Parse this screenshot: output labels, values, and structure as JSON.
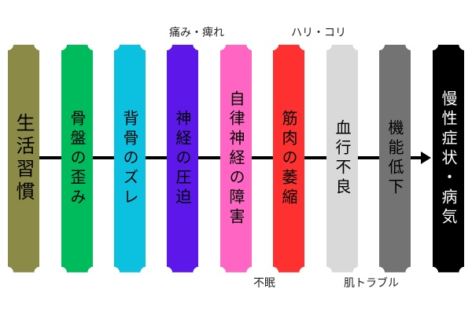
{
  "steps": [
    {
      "label": "生活習慣",
      "color": "#8b8b47"
    },
    {
      "label": "骨盤の歪み",
      "color": "#00bb5c"
    },
    {
      "label": "背骨のズレ",
      "color": "#0cc1e0"
    },
    {
      "label": "神経の圧迫",
      "color": "#5b18e8"
    },
    {
      "label": "自律神経の障害",
      "color": "#ff66c4"
    },
    {
      "label": "筋肉の萎縮",
      "color": "#ff3030"
    },
    {
      "label": "血行不良",
      "color": "#d9d9d9"
    },
    {
      "label": "機能低下",
      "color": "#737373"
    },
    {
      "label": "慢性症状・病気",
      "color": "#000000"
    }
  ],
  "annotations": {
    "top_1": "痛み・痺れ",
    "top_2": "ハリ・コリ",
    "bottom_1": "不眠",
    "bottom_2": "肌トラブル"
  }
}
